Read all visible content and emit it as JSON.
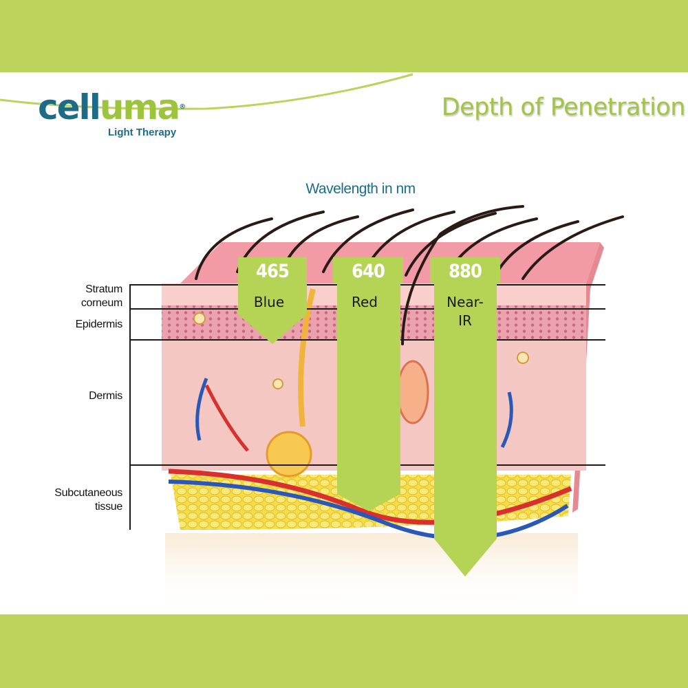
{
  "colors": {
    "band": "#bcd35b",
    "title": "#a3c547",
    "heading": "#1b6d86",
    "arrow": "#b5d354",
    "skin": "#f4c6c2",
    "fat": "#f6dd4a"
  },
  "brand": {
    "name_part1": "cell",
    "name_part2": "uma",
    "registered": "®",
    "subtitle": "Light Therapy"
  },
  "page": {
    "title": "Depth of Penetration"
  },
  "diagram": {
    "heading": "Wavelength in nm",
    "layers": [
      {
        "label": "Stratum\ncorneum"
      },
      {
        "label": "Epidermis"
      },
      {
        "label": "Dermis"
      },
      {
        "label": "Subcutaneous\ntissue"
      }
    ],
    "wavelengths": [
      {
        "value": "465",
        "name": "Blue"
      },
      {
        "value": "640",
        "name": "Red"
      },
      {
        "value": "880",
        "name": "Near-\nIR"
      }
    ]
  }
}
